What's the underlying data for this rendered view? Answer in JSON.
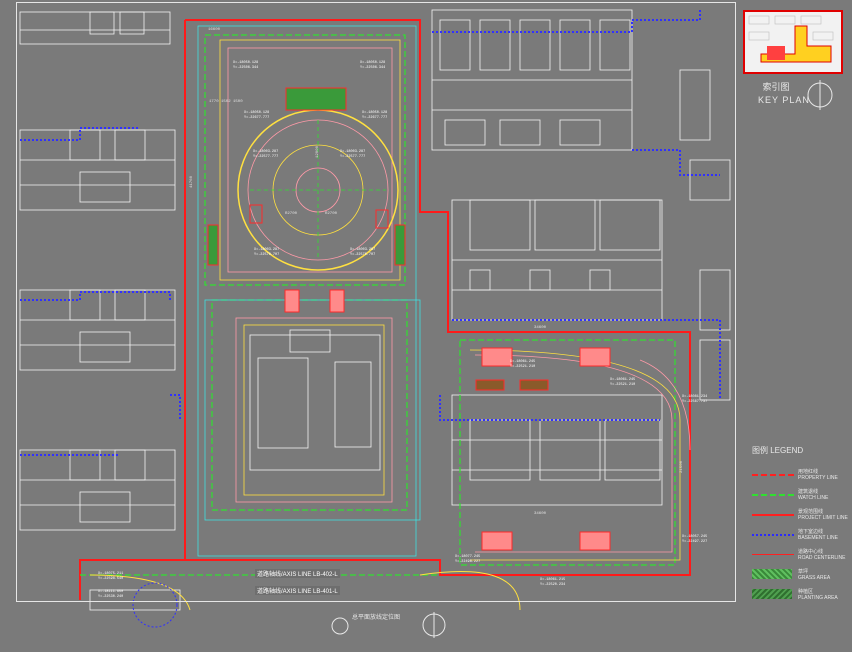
{
  "keyplan": {
    "title_cn": "索引图",
    "title_en": "KEY PLAN"
  },
  "legend": {
    "title": "图例 LEGEND",
    "items": [
      {
        "cn": "用地红线",
        "en": "PROPERTY LINE",
        "color": "#ff2020",
        "style": "dashdot"
      },
      {
        "cn": "建筑退线",
        "en": "WATCH LINE",
        "color": "#30e030",
        "style": "dashed"
      },
      {
        "cn": "景观范围线",
        "en": "PROJECT LIMIT LINE",
        "color": "#ff2020",
        "style": "solid"
      },
      {
        "cn": "地下室边线",
        "en": "BASEMENT LINE",
        "color": "#2a2aff",
        "style": "dotted"
      },
      {
        "cn": "道路中心线",
        "en": "ROAD CENTERLINE",
        "color": "#ff2020",
        "style": "thin"
      },
      {
        "cn": "草坪",
        "en": "GRASS AREA",
        "color": "#2f8f2f",
        "style": "hatch"
      },
      {
        "cn": "种植区",
        "en": "PLANTING AREA",
        "color": "#2f8f2f",
        "style": "hatch2"
      }
    ]
  },
  "roads": [
    {
      "text": "道路轴线/AXIS LINE LB-402-L"
    },
    {
      "text": "道路轴线/AXIS LINE LB-401-L"
    }
  ],
  "plan_title": "总平面放线定位图",
  "dims": {
    "top_a": "16600",
    "top_b": "34600",
    "bot_b": "34600",
    "r1": "R2700",
    "r2": "R2700",
    "left_col": "1770 1502 1500",
    "side_v": "41760",
    "mid_v": "12000",
    "right_v": "21500"
  },
  "coords": [
    {
      "x": "X=-18050.128",
      "y": "Y=-22506.344"
    },
    {
      "x": "X=-18050.128",
      "y": "Y=-22506.344"
    },
    {
      "x": "X=-18050.128",
      "y": "Y=-22677.777"
    },
    {
      "x": "X=-18050.128",
      "y": "Y=-22677.777"
    },
    {
      "x": "X=-18003.287",
      "y": "Y=-22577.777"
    },
    {
      "x": "X=-18003.287",
      "y": "Y=-22577.777"
    },
    {
      "x": "X=-18003.287",
      "y": "Y=-22570.707"
    },
    {
      "x": "X=-18003.287",
      "y": "Y=-22570.707"
    },
    {
      "x": "X=-18061.245",
      "y": "Y=-22521.210"
    },
    {
      "x": "X=-18061.245",
      "y": "Y=-22521.210"
    },
    {
      "x": "X=-18081.234",
      "y": "Y=-22567.737"
    },
    {
      "x": "X=-18057.245",
      "y": "Y=-22497.227"
    },
    {
      "x": "X=-18077.245",
      "y": "Y=-22498.227"
    },
    {
      "x": "X=-18061.215",
      "y": "Y=-22520.234"
    },
    {
      "x": "X=-18075.211",
      "y": "Y=-22598.540"
    },
    {
      "x": "X=-18111.650",
      "y": "Y=-22530.240"
    }
  ]
}
